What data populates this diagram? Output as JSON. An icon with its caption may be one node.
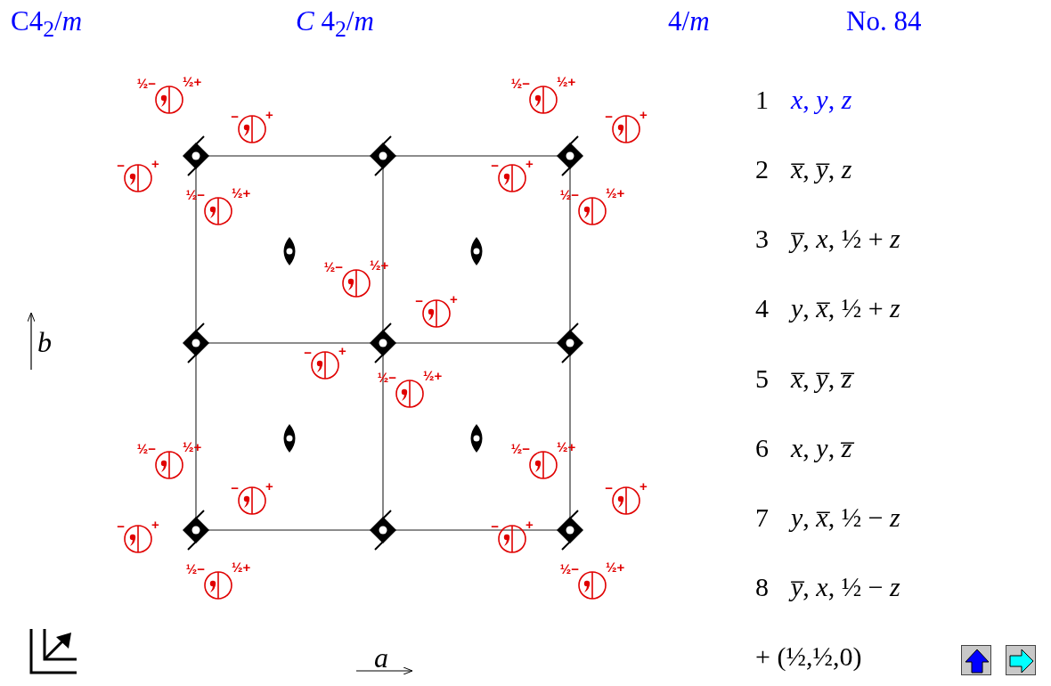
{
  "diagram": {
    "labels": [
      "C4$_{2}$/*m*",
      "*C* 4$_{2}$/*m*",
      "4/*m*",
      "No. 84",
      "½−",
      "½+",
      "½−",
      "½+",
      "−",
      "+",
      "−",
      "+",
      "−",
      "+",
      "−",
      "+",
      "½−",
      "½+",
      "½−",
      "½+",
      "½−",
      "½+",
      "−",
      "+",
      "−",
      "+",
      "½−",
      "½+",
      "½−",
      "½+",
      "½−",
      "½+",
      "−",
      "+",
      "−",
      "+",
      "−",
      "+",
      "−",
      "+",
      "½−",
      "½+",
      "½−",
      "½+",
      "1",
      "*x*, *y*, *z*",
      "2",
      "*x̅*, *y̅*, *z*",
      "3",
      "*y̅*, *x*, ½ + *z*",
      "4",
      "*y*, *x̅*, ½ + *z*",
      "5",
      "*x̅*, *y̅*, *z̅*",
      "6",
      "*x*, *y*, *z̅*",
      "7",
      "*y*, *x̅*, ½ − *z*",
      "8",
      "*y̅*, *x*, ½ − *z*",
      "+ (½,½,0)",
      "*b*",
      "*a*"
    ]
  }
}
